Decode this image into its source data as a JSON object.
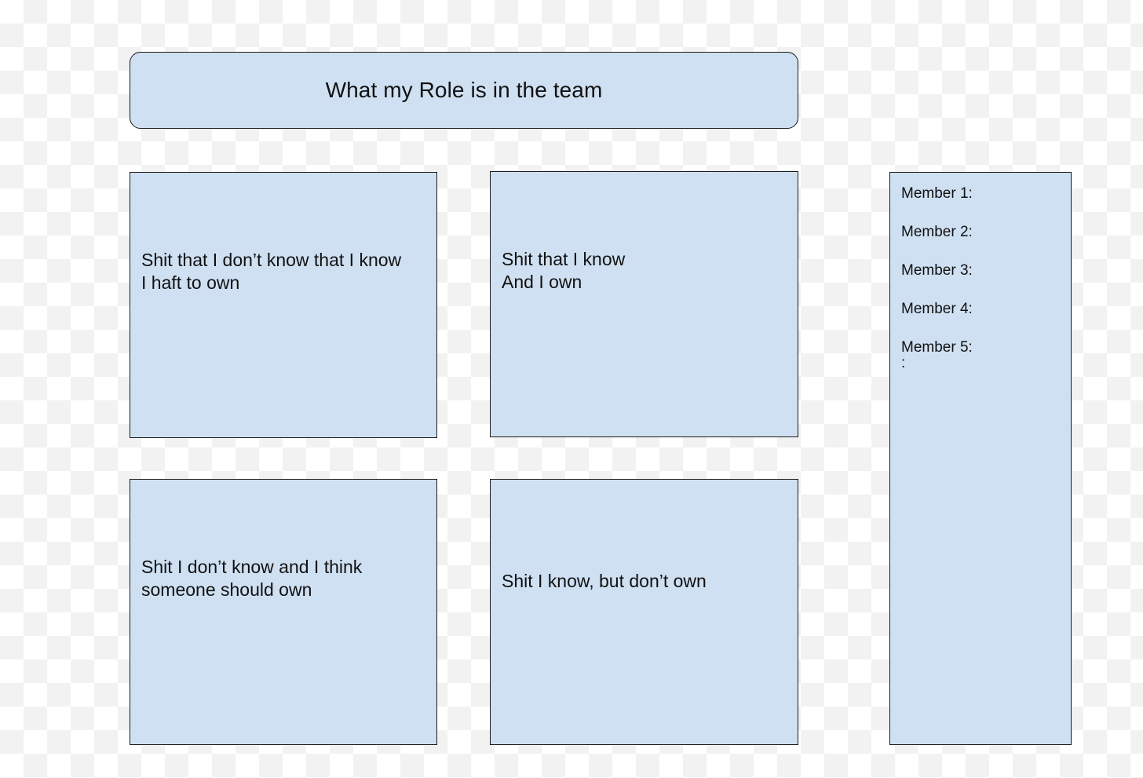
{
  "title": "What my Role is in the team",
  "quadrants": [
    {
      "label": "Shit that I don’t know that I know\nI haft to own"
    },
    {
      "label": "Shit that I know\nAnd I own"
    },
    {
      "label": "Shit I don’t know and I think\nsomeone should own"
    },
    {
      "label": "Shit I know, but don’t own"
    }
  ],
  "members": {
    "items": [
      "Member 1:",
      "Member 2:",
      "Member 3:",
      "Member 4:",
      "Member 5:"
    ],
    "trailer": ":"
  },
  "colors": {
    "box_fill": "#cfe0f2",
    "box_border": "#1a1a1a"
  }
}
